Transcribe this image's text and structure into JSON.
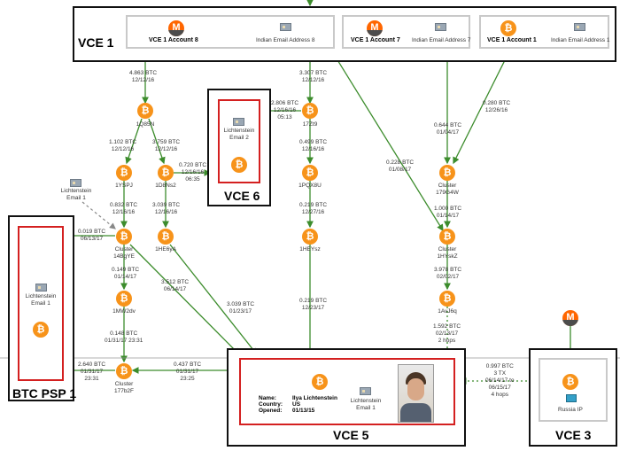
{
  "colors": {
    "edge": "#3c8c2c",
    "bitcoin": "#f7931a",
    "monero": "#ff6600",
    "vce_border": "#111111",
    "highlight_border": "#d42020",
    "account_border": "#c9c9c9",
    "dashed": "#888888"
  },
  "boxes": {
    "vce1": "VCE 1",
    "vce6": "VCE 6",
    "vce5": "VCE 5",
    "vce3": "VCE 3",
    "btc_psp1": "BTC PSP 1"
  },
  "accounts": [
    {
      "name": "VCE 1 Account 8",
      "email": "Indian Email Address 8",
      "icon": "monero-icon"
    },
    {
      "name": "VCE 1 Account 7",
      "email": "Indian Email Address 7",
      "icon": "monero-icon"
    },
    {
      "name": "VCE 1 Account 1",
      "email": "Indian Email Address 1",
      "icon": "bitcoin-icon"
    }
  ],
  "vce6_email": "Lichtenstein\nEmail 2",
  "psp_email": "Lichtenstein\nEmail 1",
  "floating_email": "Lichtenstein\nEmail 1",
  "vce5": {
    "name_label": "Name:",
    "name": "Ilya Lichtenstein",
    "country_label": "Country:",
    "country": "US",
    "opened_label": "Opened:",
    "opened": "01/13/15",
    "email": "Lichtenstein\nEmail 1"
  },
  "vce3_caption": "Russia IP",
  "nodes": {
    "n1Q85N": "1Q85N",
    "n17Zt9": "17Zt9",
    "n1YSPJ": "1YSPJ",
    "n1D8Ns2": "1D8Ns2",
    "n1PQX8U": "1PQX8U",
    "n179G4W": "Cluster\n179G4W",
    "n14BgYE": "Cluster\n14BgYE",
    "n1HE6yA": "1HE6yA",
    "n1HEYsz": "1HEYsz",
    "n1HYskZ": "Cluster\n1HYskZ",
    "n1MW2dv": "1MW2dv",
    "n1AvJ6q": "1AvJ6q",
    "n177b2F": "Cluster\n177b2F"
  },
  "edges": {
    "e_acc8": "4.863 BTC\n12/12/16",
    "e_acc7_mid": "3.307 BTC\n12/12/16",
    "e_17zt9_vce6": "2.806 BTC\n12/16/16\n05:13",
    "e_acc1": "0.280 BTC\n12/26/16",
    "e_acc7": "0.644 BTC\n01/04/17",
    "e_long": "0.228 BTC\n01/08/17",
    "e_1q_1ysp": "1.102 BTC\n12/12/16",
    "e_1q_1d8": "3.759 BTC\n12/12/16",
    "e_1d8_vce6": "0.720 BTC\n12/16/16\n06:35",
    "e_17z_1pq": "0.499 BTC\n12/16/16",
    "e_1ysp_cl": "0.832 BTC\n12/16/16",
    "e_1d8_1he": "3.039 BTC\n12/16/16",
    "e_1pq_1hey": "0.219 BTC\n12/27/16",
    "e_179_1hy": "1.000 BTC\n01/14/17",
    "e_cl_psp": "0.019 BTC\n06/13/17",
    "e_cl_1mw": "0.149 BTC\n01/14/17",
    "e_cl_vce5": "3.512 BTC\n06/14/17",
    "e_1he_vce5": "3.039 BTC\n01/23/17",
    "e_1hey_vce5": "0.219 BTC\n12/23/17",
    "e_1hy_1av": "3.978 BTC\n02/02/17",
    "e_1av_vce5": "1.592 BTC\n02/13/17\n2 hops",
    "e_1mw_177": "0.148 BTC\n01/31/17 23:31",
    "e_177_psp": "2.640 BTC\n01/31/17\n23:31",
    "e_177_vce5": "0.437 BTC\n01/31/17\n23:25",
    "e_vce3": "0.997 BTC\n3 TX\n06/14/17 to\n06/15/17\n4 hops"
  }
}
